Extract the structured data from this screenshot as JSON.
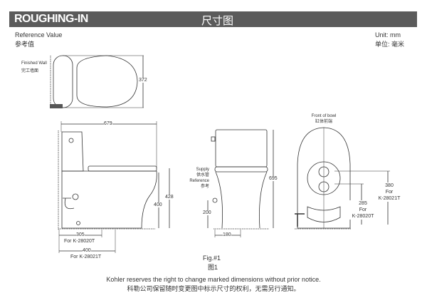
{
  "header": {
    "title": "ROUGHING-IN",
    "title_cn": "尺寸图",
    "bg_color": "#5b5b5b"
  },
  "reference": {
    "label": "Reference Value",
    "label_cn": "参考值"
  },
  "unit": {
    "label": "Unit: mm",
    "label_cn": "单位: 毫米"
  },
  "top_view": {
    "wall_label": "Finished Wall",
    "wall_label_cn": "完工墙面",
    "width_dim": "372"
  },
  "side_view": {
    "length_dim": "679",
    "seat_height_dim": "428",
    "rim_height_dim": "400",
    "rough_in_1": "305",
    "rough_in_1_model": "For K-28020T",
    "rough_in_2": "400",
    "rough_in_2_model": "For K-28021T"
  },
  "front_view": {
    "height_dim": "695",
    "supply_height_dim": "200",
    "supply_offset_dim": "180",
    "supply_label": "Supply",
    "supply_label_cn": "供水管",
    "reference_label": "Reference",
    "reference_label_cn": "参考"
  },
  "back_view": {
    "front_label": "Front of bowl",
    "front_label_cn": "缸体前端",
    "dim_380": "380",
    "dim_380_for": "For",
    "dim_380_model": "K-28021T",
    "dim_285": "285",
    "dim_285_for": "For",
    "dim_285_model": "K-28020T"
  },
  "figure": {
    "label": "Fig.#1",
    "label_cn": "图1"
  },
  "notice": {
    "text": "Kohler reserves the right to change marked dimensions without prior notice.",
    "text_cn": "科勒公司保留随时变更图中标示尺寸的权利，无需另行通知。"
  }
}
